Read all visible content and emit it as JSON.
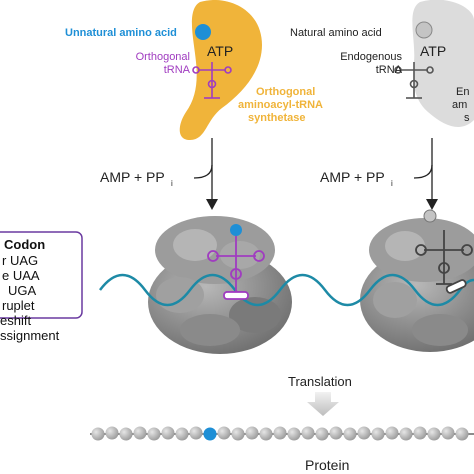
{
  "left_panel": {
    "unnatural_label": "Unnatural amino acid",
    "atp_label": "ATP",
    "trna_label_line1": "Orthogonal",
    "trna_label_line2": "tRNA",
    "synthetase_line1": "Orthogonal",
    "synthetase_line2": "aminoacyl-tRNA",
    "synthetase_line3": "synthetase",
    "amp_label": "AMP + PP",
    "amp_sub": "i"
  },
  "right_panel": {
    "natural_label": "Natural amino acid",
    "atp_label": "ATP",
    "trna_label_line1": "Endogenous",
    "trna_label_line2": "tRNA",
    "synthetase_line1": "En",
    "synthetase_line2": "am",
    "synthetase_line3": "s",
    "amp_label": "AMP + PP",
    "amp_sub": "i"
  },
  "codon_box": {
    "title": "Codon",
    "items": [
      "r UAG",
      "e UAA",
      "UGA",
      "ruplet",
      "eshift",
      "ssignment"
    ]
  },
  "translation_label": "Translation",
  "protein_label": "Protein",
  "colors": {
    "synthetase_orange": "#f0b43a",
    "synthetase_gray": "#dcdcdc",
    "unnatural_blue": "#1e8fd6",
    "orthogonal_purple": "#a03cc0",
    "mrna_teal": "#1d8aa6",
    "ribosome_gray": "#8c8c8c",
    "bead_gray": "#b3b3b3"
  }
}
